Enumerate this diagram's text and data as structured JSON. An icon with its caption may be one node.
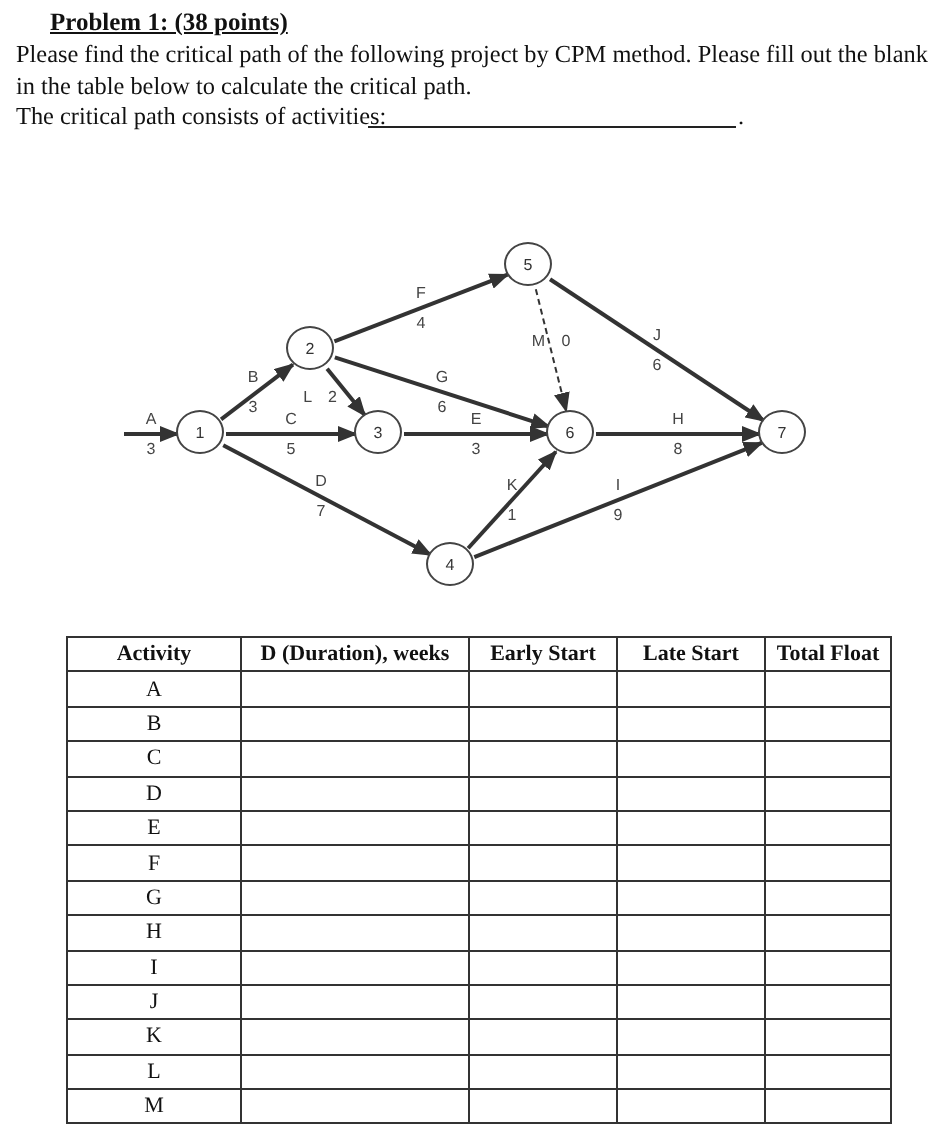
{
  "diagram": {
    "title": "Problem 1: (38 points)",
    "nodes": [
      {
        "text": [
          "1"
        ]
      },
      {
        "text": [
          "2"
        ]
      },
      {
        "text": [
          "3"
        ]
      },
      {
        "text": [
          "4"
        ]
      },
      {
        "text": [
          "5"
        ]
      },
      {
        "text": [
          "6"
        ]
      },
      {
        "text": [
          "7"
        ]
      }
    ],
    "edges": [
      {
        "from": null,
        "to": 0,
        "arrow": "to",
        "label": "A 3"
      },
      {
        "from": 0,
        "to": 1,
        "arrow": "to",
        "label": "B 3"
      },
      {
        "from": 0,
        "to": 2,
        "arrow": "to",
        "label": "C 5"
      },
      {
        "from": 0,
        "to": 3,
        "arrow": "to",
        "label": "D 7"
      },
      {
        "from": 1,
        "to": 4,
        "arrow": "to",
        "label": "F 4"
      },
      {
        "from": 1,
        "to": 5,
        "arrow": "to",
        "label": "G 6"
      },
      {
        "from": 1,
        "to": 2,
        "arrow": "to",
        "label": "L 2"
      },
      {
        "from": 2,
        "to": 5,
        "arrow": "to",
        "label": "E 3"
      },
      {
        "from": 4,
        "to": 5,
        "arrow": "to",
        "label": "M 0",
        "style": "dashed"
      },
      {
        "from": 4,
        "to": 6,
        "arrow": "to",
        "label": "J 6"
      },
      {
        "from": 5,
        "to": 6,
        "arrow": "to",
        "label": "H 8"
      },
      {
        "from": 3,
        "to": 5,
        "arrow": "to",
        "label": "K 1"
      },
      {
        "from": 3,
        "to": 6,
        "arrow": "to",
        "label": "I 9"
      }
    ],
    "labels": [
      "Please find the critical path of the following project by CPM method. Please fill out the blank in the table below to calculate the critical path.",
      "The critical path consists of activities:",
      ".",
      "Activity",
      "D (Duration), weeks",
      "Early Start",
      "Late Start",
      "Total Float",
      "A",
      "B",
      "C",
      "D",
      "E",
      "F",
      "G",
      "H",
      "I",
      "J",
      "K",
      "L",
      "M"
    ]
  }
}
